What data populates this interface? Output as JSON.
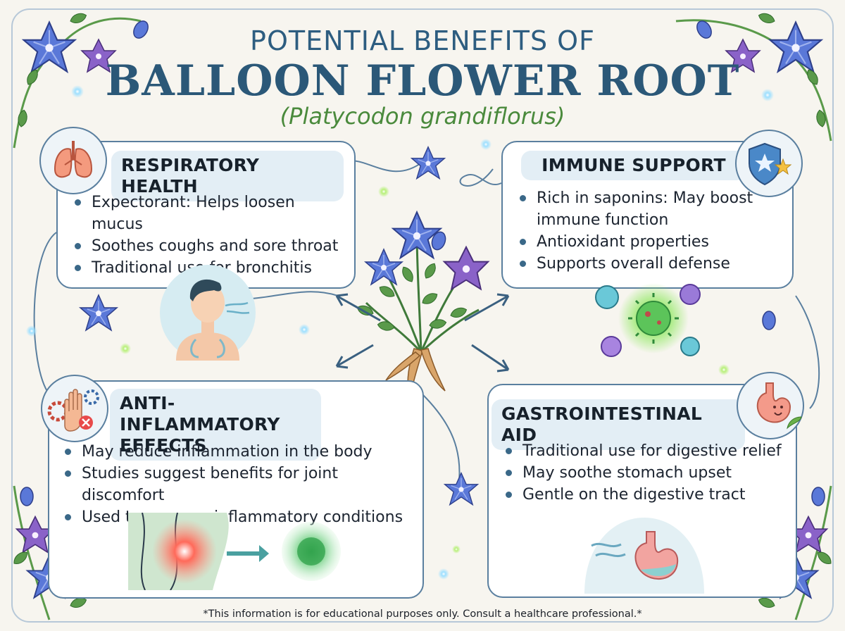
{
  "title": {
    "line1": "POTENTIAL BENEFITS OF",
    "line2": "BALLOON FLOWER ROOT",
    "scientific_name": "(Platycodon grandiflorus)"
  },
  "sections": {
    "respiratory": {
      "heading": "RESPIRATORY HEALTH",
      "icon": "lungs-icon",
      "bullets": [
        "Expectorant: Helps loosen mucus",
        "Soothes coughs and sore throat",
        "Traditional use for bronchitis"
      ]
    },
    "immune": {
      "heading": "IMMUNE SUPPORT",
      "icon": "shield-star-icon",
      "bullets": [
        "Rich in saponins: May boost immune function",
        "Antioxidant properties",
        "Supports overall defense"
      ]
    },
    "anti_inflammatory": {
      "heading": "ANTI-INFLAMMATORY EFFECTS",
      "icon": "hand-gears-icon",
      "bullets": [
        "May reduce inflammation in the body",
        "Studies suggest benefits for joint discomfort",
        "Used to manage inflammatory conditions"
      ]
    },
    "gastro": {
      "heading": "GASTROINTESTINAL AID",
      "icon": "stomach-icon",
      "bullets": [
        "Traditional use for digestive relief",
        "May soothe stomach upset",
        "Gentle on the digestive tract"
      ]
    }
  },
  "disclaimer": "*This information is for educational purposes only. Consult a healthcare professional.*",
  "colors": {
    "title_blue": "#2b5878",
    "subtitle_green": "#4a8a3c",
    "card_border": "#5a7f9f",
    "header_fill": "#e3eef5",
    "flower_blue": "#5a78d8",
    "flower_purple": "#8a62c8",
    "leaf_green": "#5a9a4a"
  }
}
